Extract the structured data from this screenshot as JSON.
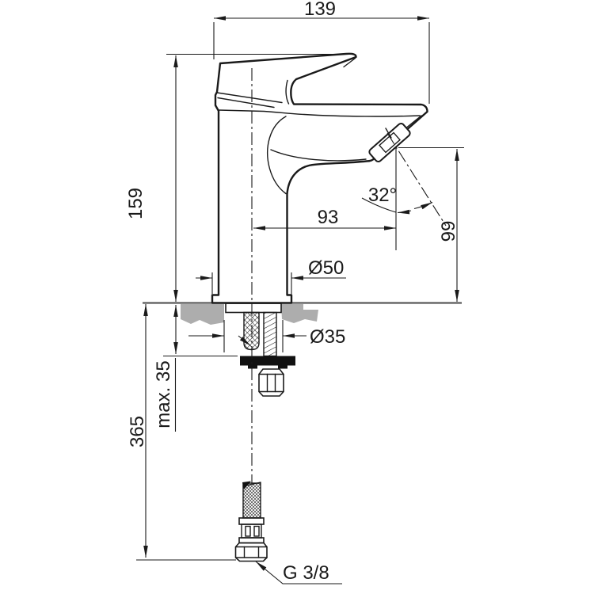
{
  "dimensions": {
    "top_width": "139",
    "body_height": "159",
    "spout_projection": "93",
    "spray_angle": "32°",
    "outlet_height": "99",
    "base_diameter": "Ø50",
    "hole_diameter": "Ø35",
    "max_deck_thickness": "max. 35",
    "hose_length": "365",
    "thread_size": "G 3/8"
  },
  "colors": {
    "line": "#1a1a1a",
    "deck_fill": "#adadad",
    "deck_line": "#5a5a5a",
    "solid_fill": "#111111",
    "background": "#ffffff"
  }
}
